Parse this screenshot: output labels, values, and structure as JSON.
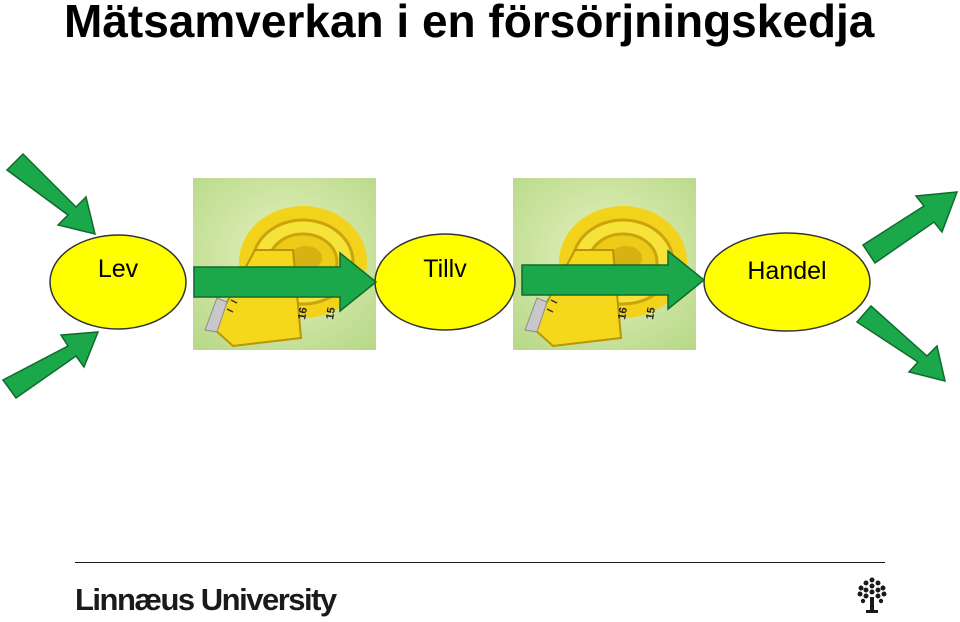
{
  "title": "Mätsamverkan i en försörjningskedja",
  "nodes": [
    {
      "id": "lev",
      "label": "Lev"
    },
    {
      "id": "tillv",
      "label": "Tillv"
    },
    {
      "id": "handel",
      "label": "Handel"
    }
  ],
  "edges": [
    {
      "from": "lev",
      "to": "tillv"
    },
    {
      "from": "tillv",
      "to": "handel"
    }
  ],
  "colors": {
    "node_fill": "#ffff00",
    "node_stroke": "#333333",
    "arrow_fill": "#1aa84a",
    "arrow_stroke": "#0f6b2c"
  },
  "images": [
    {
      "name": "measuring-tape-image"
    },
    {
      "name": "measuring-tape-image"
    }
  ],
  "footer": {
    "logo_text": "Linnæus University",
    "logo_icon": "tree-icon"
  }
}
